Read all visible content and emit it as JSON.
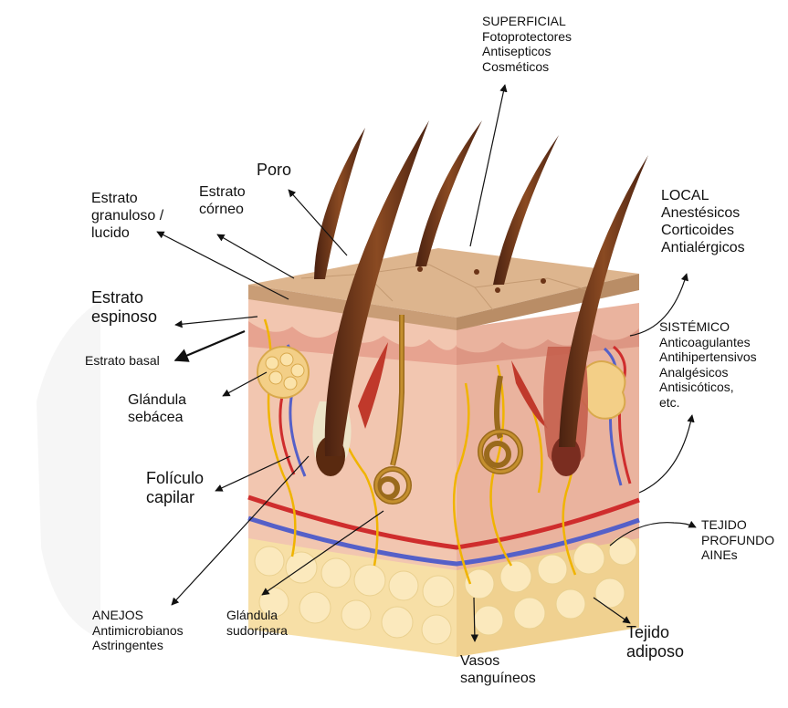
{
  "colors": {
    "epidermis_top": "#d8b089",
    "epidermis_edge": "#c49a72",
    "dermis": "#f2c6b0",
    "dermis_dark": "#e6a891",
    "fat": "#f7dfa6",
    "hair": "#6b3417",
    "nerve": "#f0b400",
    "artery": "#cf2d2d",
    "vein": "#5560c8"
  },
  "labels": {
    "superficial": [
      "SUPERFICIAL",
      "Fotoprotectores",
      "Antisepticos",
      "Cosméticos"
    ],
    "poro": "Poro",
    "estrato_corneo": [
      "Estrato",
      "córneo"
    ],
    "estrato_granuloso": [
      "Estrato",
      "granuloso /",
      "lucido"
    ],
    "local": [
      "LOCAL",
      "Anestésicos",
      "Corticoides",
      "Antialérgicos"
    ],
    "estrato_espinoso": [
      "Estrato",
      "espinoso"
    ],
    "estrato_basal": "Estrato basal",
    "sistemico": [
      "SISTÉMICO",
      "Anticoagulantes",
      "Antihipertensivos",
      "Analgésicos",
      "Antisicóticos,",
      "etc."
    ],
    "glandula_sebacea": [
      "Glándula",
      "sebácea"
    ],
    "foliculo_capilar": [
      "Folículo",
      "capilar"
    ],
    "tejido_profundo": [
      "TEJIDO",
      "PROFUNDO",
      "AINEs"
    ],
    "anejos": [
      "ANEJOS",
      "Antimicrobianos",
      "Astringentes"
    ],
    "glandula_sudoripara": [
      "Glándula",
      "sudorípara"
    ],
    "tejido_adiposo": [
      "Tejido",
      "adiposo"
    ],
    "vasos_sanguineos": [
      "Vasos",
      "sanguíneos"
    ]
  }
}
